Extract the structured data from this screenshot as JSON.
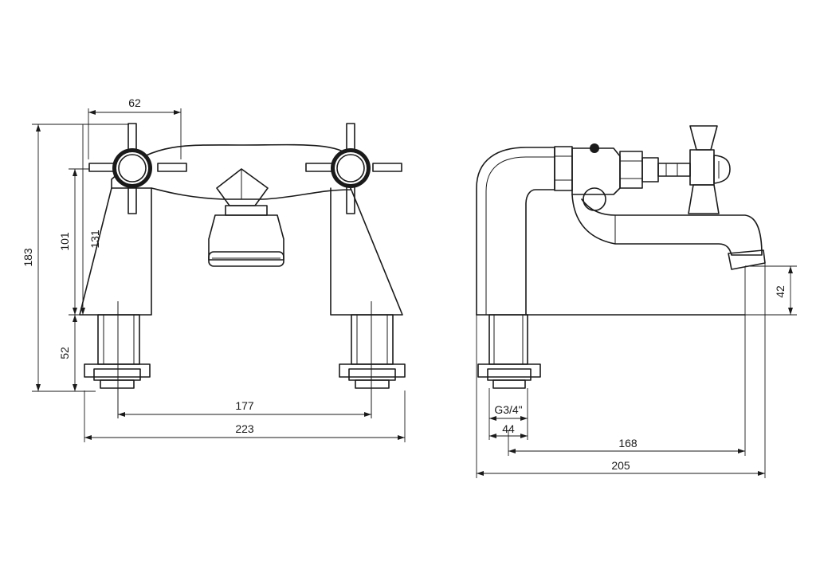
{
  "front_view": {
    "dimensions": {
      "handle_width": "62",
      "total_height": "183",
      "body_height": "101",
      "spout_height": "131",
      "base_height": "52",
      "centres": "177",
      "overall_width": "223"
    }
  },
  "side_view": {
    "dimensions": {
      "spout_outlet_height": "42",
      "thread_size": "G3/4\"",
      "thread_length": "44",
      "spout_reach": "168",
      "overall_depth": "205"
    }
  }
}
